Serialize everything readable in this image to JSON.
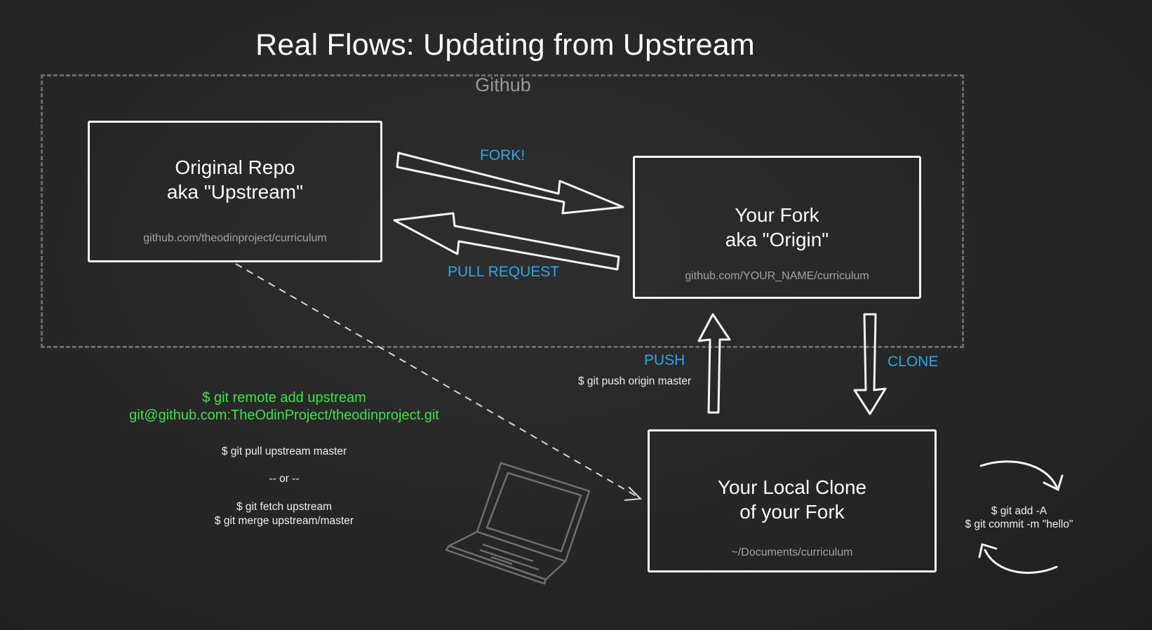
{
  "title": "Real Flows: Updating from Upstream",
  "github_label": "Github",
  "boxes": {
    "upstream": {
      "line1": "Original Repo",
      "line2": "aka \"Upstream\"",
      "url": "github.com/theodinproject/curriculum"
    },
    "origin": {
      "line1": "Your Fork",
      "line2": "aka \"Origin\"",
      "url": "github.com/YOUR_NAME/curriculum"
    },
    "local": {
      "line1": "Your Local Clone",
      "line2": "of your Fork",
      "url": "~/Documents/curriculum"
    }
  },
  "arrows": {
    "fork": "FORK!",
    "pull_request": "PULL REQUEST",
    "push": "PUSH",
    "push_cmd": "$ git push origin master",
    "clone": "CLONE"
  },
  "commands": {
    "remote_add_1": "$ git remote add upstream",
    "remote_add_2": "git@github.com:TheOdinProject/theodinproject.git",
    "pull": "$ git pull upstream master",
    "or": "-- or --",
    "fetch": "$ git fetch upstream",
    "merge": "$ git merge upstream/master",
    "add": "$ git add -A",
    "commit": "$ git commit -m \"hello\""
  },
  "colors": {
    "accent_blue": "#2fa6e6",
    "accent_green": "#3ee34a",
    "background": "#262626"
  },
  "icons": [
    "laptop-icon",
    "cycle-arrow-icon"
  ]
}
